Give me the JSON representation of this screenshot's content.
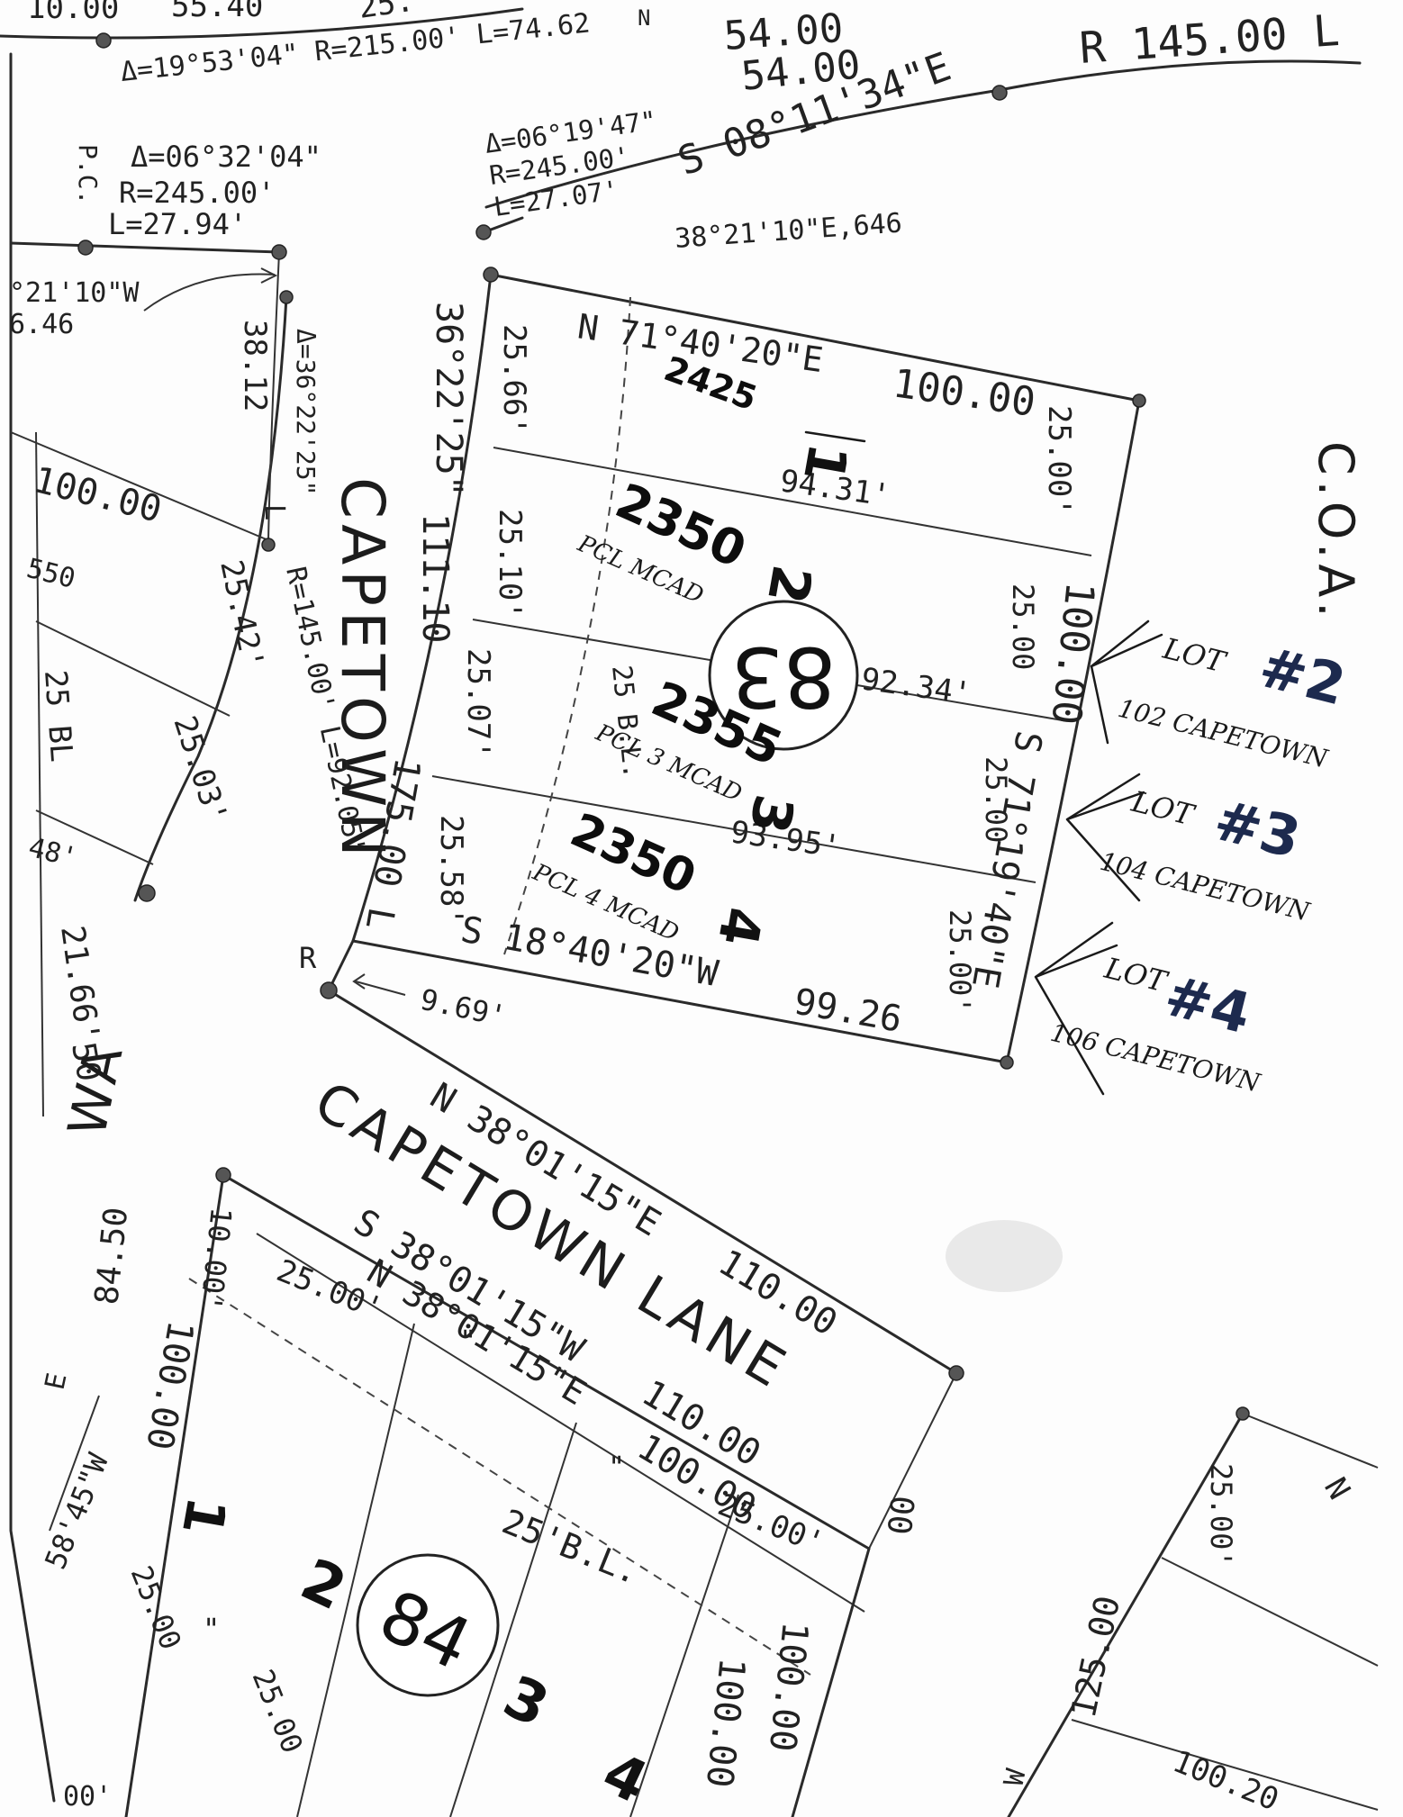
{
  "streets": {
    "capetown_vertical": "CAPETOWN",
    "capetown_lane": "CAPETOWN LANE",
    "coa": "C.O.A."
  },
  "blocks": {
    "b83": "83",
    "b84": "84"
  },
  "top_curves": {
    "top_left_curve": "Δ=19°53'04\" R=215.00' L=74.62",
    "top_cut_a": "10.00",
    "top_cut_b": "55.40",
    "top_cut_c": "25.",
    "top_cut_n": "N",
    "top_54a": "54.00",
    "top_54b": "54.00",
    "r145": "R 145.00 L",
    "s08": "S 08°11'34\"E",
    "pc": "P.C.",
    "curve1_delta": "Δ=06°32'04\"",
    "curve1_r": "R=245.00'",
    "curve1_l": "L=27.94'",
    "curve2_delta": "Δ=06°19'47\"",
    "curve2_r": "R=245.00'",
    "curve2_l": "L=27.07'",
    "bearing_38": "38°21'10\"E,646",
    "left_bearing": "°21'10\"W",
    "left_dist": "6.46"
  },
  "block83": {
    "west_bearing": "36°22'25\"",
    "west_total": "111.10",
    "west_175": "175.00 L",
    "north_bearing": "N 71°40'20\"E",
    "north_dist": "100.00",
    "east_bearing": "S 71°19'40\"E",
    "east_total": "100.00",
    "south_bearing": "S 18°40'20\"W",
    "south_dist": "99.26",
    "corner_dist": "9.69'",
    "corner_r": "R",
    "lot_widths_west": [
      "25.66'",
      "25.10'",
      "25.07'",
      "25.58'"
    ],
    "lot_widths_east": [
      "25.00'",
      "25.00",
      "25.00",
      "25.00'"
    ],
    "lot_depths": [
      "94.31'",
      "92.34'",
      "93.95'"
    ],
    "setback": "25 B.L.",
    "lot_numbers": [
      "1",
      "2",
      "3",
      "4"
    ],
    "address_notes": [
      "2425",
      "2350",
      "2355",
      "2350"
    ],
    "mcad_notes": [
      "PCL MCAD",
      "PCL 3 MCAD",
      "PCL 4 MCAD"
    ]
  },
  "left_block": {
    "dist_100": "100.00",
    "dist_550": "550",
    "dist_3812": "38.12",
    "delta": "Δ=36°22'25\"",
    "l_label": "L",
    "r_l": "R=145.00' L=92.05'",
    "d_2542": "25.42'",
    "d_2503": "25.03'",
    "bl": "25 BL",
    "d_48": "48'",
    "d_2166": "21.66'",
    "d_50": "50"
  },
  "lower_block": {
    "n_bearing": "N 38°01'15\"E",
    "n_dist": "110.00",
    "s_bearing": "S 38°01'15\"W",
    "s_dist": "110.00",
    "n_bearing2": "N 38°01'15\"E",
    "n_dist2": "100.00",
    "ditto1": "\"",
    "ditto2": "\"",
    "ditto3": "\"",
    "d_1000": "10.00'",
    "d_100a": "100.00",
    "d_2500a": "25.00'",
    "d_2500b": "25.00'",
    "d_2500c": "25.00",
    "d_2500d": "25.00",
    "bl": "25'B.L.",
    "d_100b": "100.00",
    "d_100c": "100.00",
    "d_84_50": "84.50",
    "bearing_58": "58'45\"W",
    "lot_1": "1",
    "lot_2": "2",
    "lot_3": "3",
    "lot_4": "4",
    "wa": "WA",
    "e_cut": "E",
    "d_00": "00'",
    "d_00b": "00",
    "n_cut": "N",
    "r_2500": "25.00'",
    "r_12500": "125.00",
    "r_10020": "100.20",
    "r_w": "W"
  },
  "annotations": [
    {
      "lot": "LOT",
      "num": "#2",
      "addr": "102 CAPETOWN"
    },
    {
      "lot": "LOT",
      "num": "#3",
      "addr": "104 CAPETOWN"
    },
    {
      "lot": "LOT",
      "num": "#4",
      "addr": "106 CAPETOWN"
    }
  ]
}
